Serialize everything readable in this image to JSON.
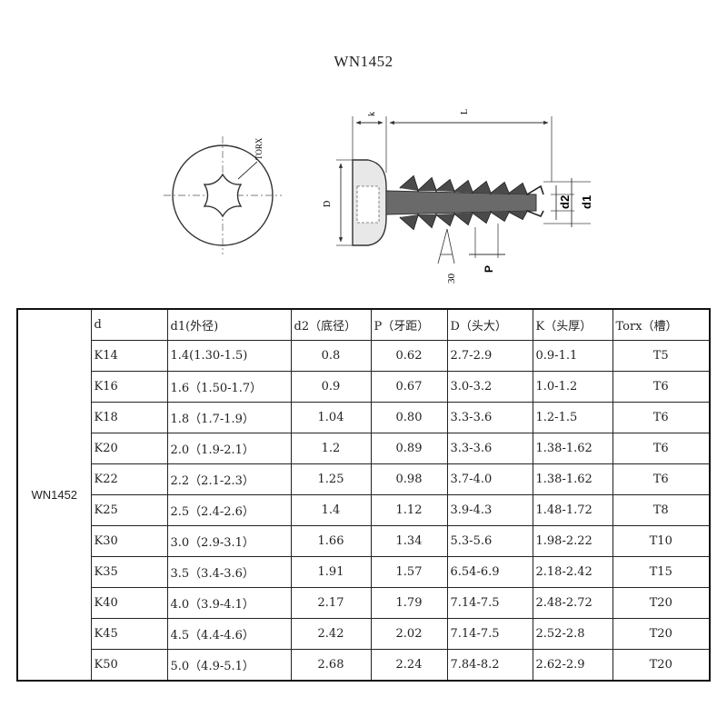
{
  "title": "WN1452",
  "drawing": {
    "labels": {
      "torx": "TORX",
      "k": "k",
      "L": "L",
      "D": "D",
      "d2": "d2",
      "d1": "d1",
      "angle": "30",
      "P": "P"
    }
  },
  "table": {
    "model": "WN1452",
    "headers": [
      "d",
      "d1(外径)",
      "d2（底径）",
      "P（牙距）",
      "D（头大）",
      "K（头厚）",
      "Torx（槽）"
    ],
    "rows": [
      {
        "d": "K14",
        "d1": "1.4(1.30-1.5)",
        "d2": "0.8",
        "p": "0.62",
        "D": "2.7-2.9",
        "k": "0.9-1.1",
        "torx": "T5"
      },
      {
        "d": "K16",
        "d1": "1.6（1.50-1.7）",
        "d2": "0.9",
        "p": "0.67",
        "D": "3.0-3.2",
        "k": "1.0-1.2",
        "torx": "T6"
      },
      {
        "d": "K18",
        "d1": "1.8（1.7-1.9）",
        "d2": "1.04",
        "p": "0.80",
        "D": "3.3-3.6",
        "k": "1.2-1.5",
        "torx": "T6"
      },
      {
        "d": "K20",
        "d1": "2.0（1.9-2.1）",
        "d2": "1.2",
        "p": "0.89",
        "D": "3.3-3.6",
        "k": "1.38-1.62",
        "torx": "T6"
      },
      {
        "d": "K22",
        "d1": "2.2（2.1-2.3）",
        "d2": "1.25",
        "p": "0.98",
        "D": "3.7-4.0",
        "k": "1.38-1.62",
        "torx": "T6"
      },
      {
        "d": "K25",
        "d1": "2.5（2.4-2.6）",
        "d2": "1.4",
        "p": "1.12",
        "D": "3.9-4.3",
        "k": "1.48-1.72",
        "torx": "T8"
      },
      {
        "d": "K30",
        "d1": "3.0（2.9-3.1）",
        "d2": "1.66",
        "p": "1.34",
        "D": "5.3-5.6",
        "k": "1.98-2.22",
        "torx": "T10"
      },
      {
        "d": "K35",
        "d1": "3.5（3.4-3.6）",
        "d2": "1.91",
        "p": "1.57",
        "D": "6.54-6.9",
        "k": "2.18-2.42",
        "torx": "T15"
      },
      {
        "d": "K40",
        "d1": "4.0（3.9-4.1）",
        "d2": "2.17",
        "p": "1.79",
        "D": "7.14-7.5",
        "k": "2.48-2.72",
        "torx": "T20"
      },
      {
        "d": "K45",
        "d1": "4.5（4.4-4.6）",
        "d2": "2.42",
        "p": "2.02",
        "D": "7.14-7.5",
        "k": "2.52-2.8",
        "torx": "T20"
      },
      {
        "d": "K50",
        "d1": "5.0（4.9-5.1）",
        "d2": "2.68",
        "p": "2.24",
        "D": "7.84-8.2",
        "k": "2.62-2.9",
        "torx": "T20"
      }
    ]
  }
}
